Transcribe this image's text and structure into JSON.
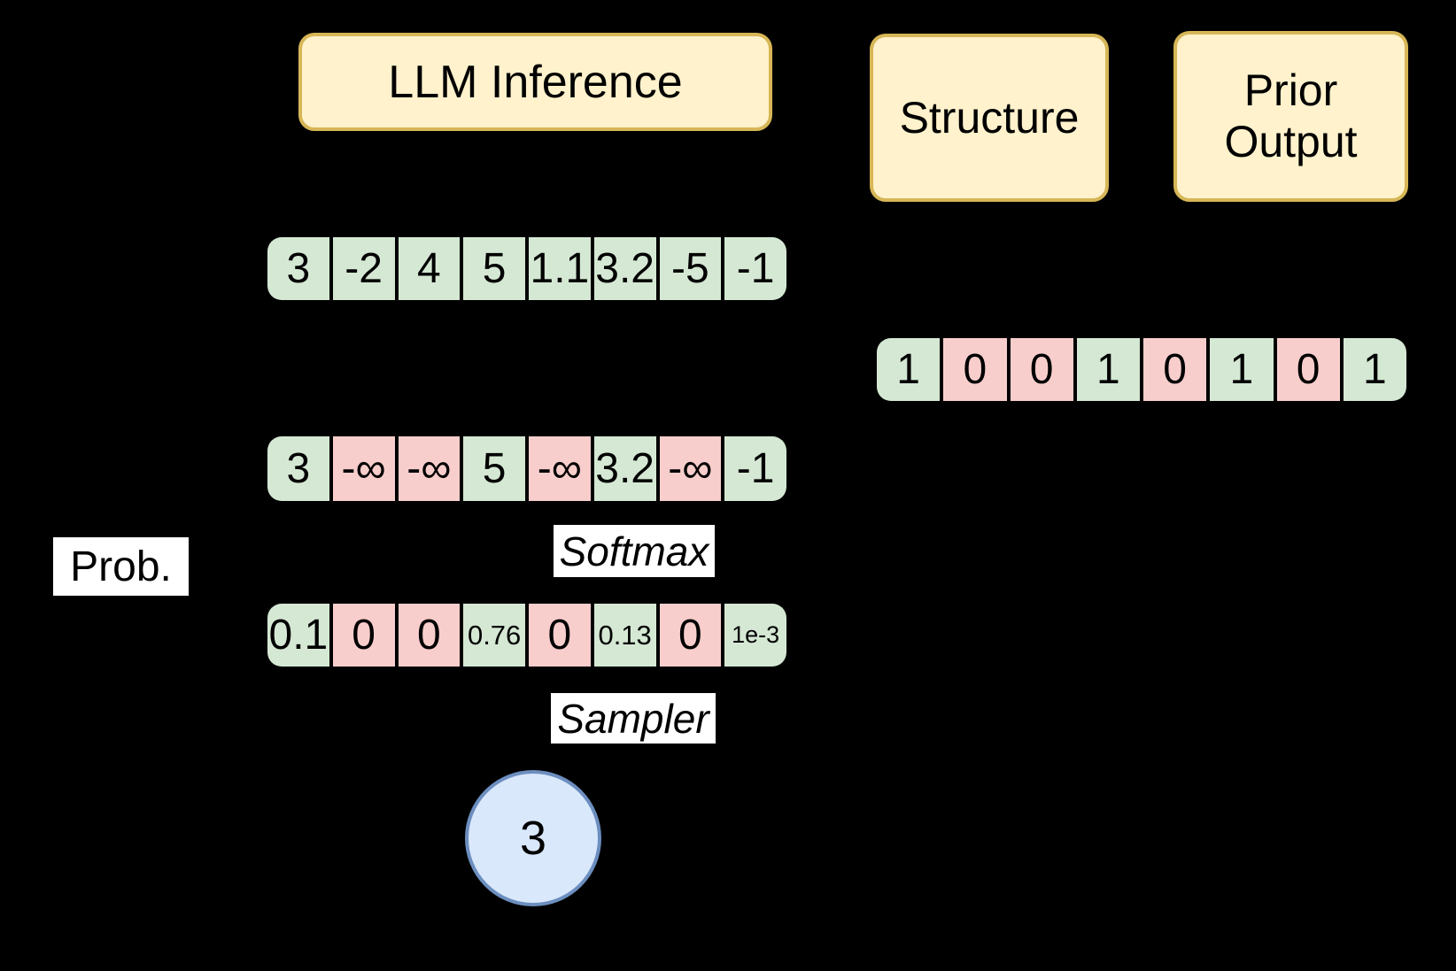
{
  "colors": {
    "bg": "#000000",
    "box_fill": "#fff2cc",
    "box_border": "#d6b656",
    "cell_green": "#d5e8d4",
    "cell_red": "#f8cecc",
    "circle_fill": "#dae8fc",
    "circle_border": "#6c8ebf",
    "label_bg": "#ffffff",
    "text": "#000000"
  },
  "boxes": {
    "llm_inference": "LLM Inference",
    "structure": "Structure",
    "prior_output": "Prior Output"
  },
  "labels": {
    "softmax": "Softmax",
    "sampler": "Sampler",
    "prob": "Prob."
  },
  "rows": {
    "logits": {
      "cells": [
        {
          "value": "3",
          "state": "allowed"
        },
        {
          "value": "-2",
          "state": "allowed"
        },
        {
          "value": "4",
          "state": "allowed"
        },
        {
          "value": "5",
          "state": "allowed"
        },
        {
          "value": "1.1",
          "state": "allowed"
        },
        {
          "value": "3.2",
          "state": "allowed"
        },
        {
          "value": "-5",
          "state": "allowed"
        },
        {
          "value": "-1",
          "state": "allowed"
        }
      ]
    },
    "structure_mask": {
      "cells": [
        {
          "value": "1",
          "state": "allowed"
        },
        {
          "value": "0",
          "state": "blocked"
        },
        {
          "value": "0",
          "state": "blocked"
        },
        {
          "value": "1",
          "state": "allowed"
        },
        {
          "value": "0",
          "state": "blocked"
        },
        {
          "value": "1",
          "state": "allowed"
        },
        {
          "value": "0",
          "state": "blocked"
        },
        {
          "value": "1",
          "state": "allowed"
        }
      ]
    },
    "masked_logits": {
      "cells": [
        {
          "value": "3",
          "state": "allowed"
        },
        {
          "value": "-∞",
          "state": "blocked"
        },
        {
          "value": "-∞",
          "state": "blocked"
        },
        {
          "value": "5",
          "state": "allowed"
        },
        {
          "value": "-∞",
          "state": "blocked"
        },
        {
          "value": "3.2",
          "state": "allowed"
        },
        {
          "value": "-∞",
          "state": "blocked"
        },
        {
          "value": "-1",
          "state": "allowed"
        }
      ]
    },
    "probabilities": {
      "cells": [
        {
          "value": "0.1",
          "state": "allowed"
        },
        {
          "value": "0",
          "state": "blocked"
        },
        {
          "value": "0",
          "state": "blocked"
        },
        {
          "value": "0.76",
          "state": "allowed",
          "size": "small"
        },
        {
          "value": "0",
          "state": "blocked"
        },
        {
          "value": "0.13",
          "state": "allowed",
          "size": "small"
        },
        {
          "value": "0",
          "state": "blocked"
        },
        {
          "value": "1e-3",
          "state": "allowed",
          "size": "tiny"
        }
      ]
    }
  },
  "sampled_token": "3"
}
